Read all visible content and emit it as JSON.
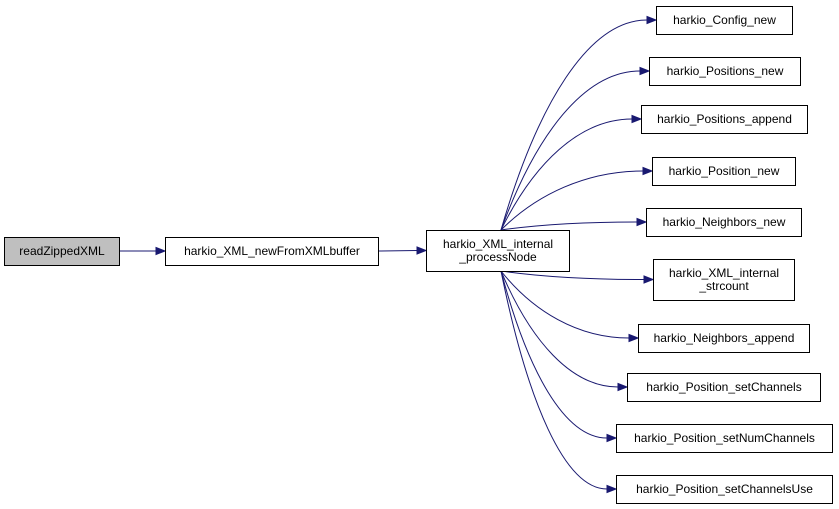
{
  "colors": {
    "root_fill": "#bfbfbf",
    "node_fill": "#ffffff",
    "edge": "#191970",
    "border": "#000000"
  },
  "nodes": [
    {
      "id": "readZippedXML",
      "lines": [
        "readZippedXML"
      ],
      "highlighted": true
    },
    {
      "id": "newFromXMLbuffer",
      "lines": [
        "harkio_XML_newFromXMLbuffer"
      ]
    },
    {
      "id": "processNode",
      "lines": [
        "harkio_XML_internal",
        "_processNode"
      ]
    },
    {
      "id": "Config_new",
      "lines": [
        "harkio_Config_new"
      ]
    },
    {
      "id": "Positions_new",
      "lines": [
        "harkio_Positions_new"
      ]
    },
    {
      "id": "Positions_append",
      "lines": [
        "harkio_Positions_append"
      ]
    },
    {
      "id": "Position_new",
      "lines": [
        "harkio_Position_new"
      ]
    },
    {
      "id": "Neighbors_new",
      "lines": [
        "harkio_Neighbors_new"
      ]
    },
    {
      "id": "strcount",
      "lines": [
        "harkio_XML_internal",
        "_strcount"
      ]
    },
    {
      "id": "Neighbors_append",
      "lines": [
        "harkio_Neighbors_append"
      ]
    },
    {
      "id": "setChannels",
      "lines": [
        "harkio_Position_setChannels"
      ]
    },
    {
      "id": "setNumChannels",
      "lines": [
        "harkio_Position_setNumChannels"
      ]
    },
    {
      "id": "setChannelsUse",
      "lines": [
        "harkio_Position_setChannelsUse"
      ]
    }
  ],
  "edges": [
    {
      "from": "readZippedXML",
      "to": "newFromXMLbuffer"
    },
    {
      "from": "newFromXMLbuffer",
      "to": "processNode"
    },
    {
      "from": "processNode",
      "to": "Config_new"
    },
    {
      "from": "processNode",
      "to": "Positions_new"
    },
    {
      "from": "processNode",
      "to": "Positions_append"
    },
    {
      "from": "processNode",
      "to": "Position_new"
    },
    {
      "from": "processNode",
      "to": "Neighbors_new"
    },
    {
      "from": "processNode",
      "to": "strcount"
    },
    {
      "from": "processNode",
      "to": "Neighbors_append"
    },
    {
      "from": "processNode",
      "to": "setChannels"
    },
    {
      "from": "processNode",
      "to": "setNumChannels"
    },
    {
      "from": "processNode",
      "to": "setChannelsUse"
    }
  ]
}
